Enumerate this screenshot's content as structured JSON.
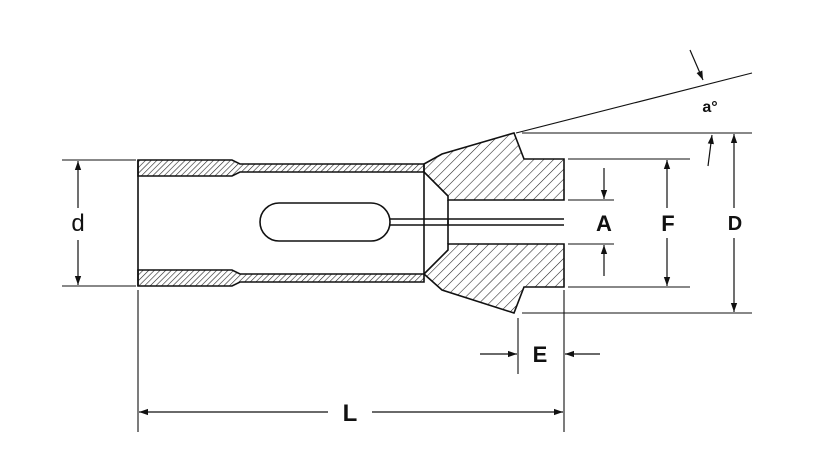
{
  "labels": {
    "d": "d",
    "a": "A",
    "f": "F",
    "d_outer": "D",
    "e": "E",
    "l": "L",
    "angle": "a°"
  },
  "colors": {
    "line": "#111111",
    "hatch": "#222222",
    "background": "#ffffff"
  }
}
